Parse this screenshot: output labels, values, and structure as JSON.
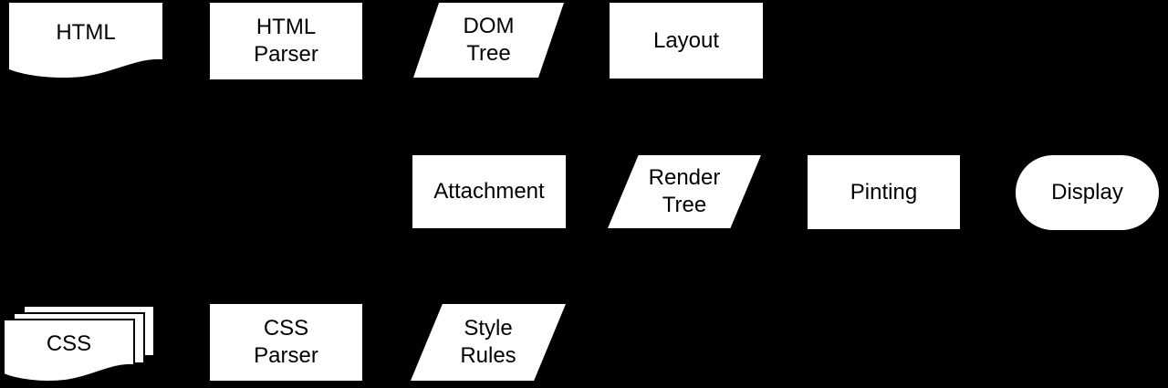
{
  "colors": {
    "background": "#000000",
    "node_fill": "#ffffff",
    "node_outline": "#000000",
    "node_text": "#000000"
  },
  "nodes": [
    {
      "id": "html",
      "label": "HTML",
      "shape": "document"
    },
    {
      "id": "html-parser",
      "label": "HTML\nParser",
      "shape": "rect"
    },
    {
      "id": "dom-tree",
      "label": "DOM\nTree",
      "shape": "parallelogram"
    },
    {
      "id": "layout",
      "label": "Layout",
      "shape": "rect"
    },
    {
      "id": "attachment",
      "label": "Attachment",
      "shape": "rect"
    },
    {
      "id": "render-tree",
      "label": "Render\nTree",
      "shape": "parallelogram"
    },
    {
      "id": "pinting",
      "label": "Pinting",
      "shape": "rect"
    },
    {
      "id": "display",
      "label": "Display",
      "shape": "stadium"
    },
    {
      "id": "css",
      "label": "CSS",
      "shape": "multi-document"
    },
    {
      "id": "css-parser",
      "label": "CSS\nParser",
      "shape": "rect"
    },
    {
      "id": "style-rules",
      "label": "Style\nRules",
      "shape": "parallelogram"
    }
  ]
}
